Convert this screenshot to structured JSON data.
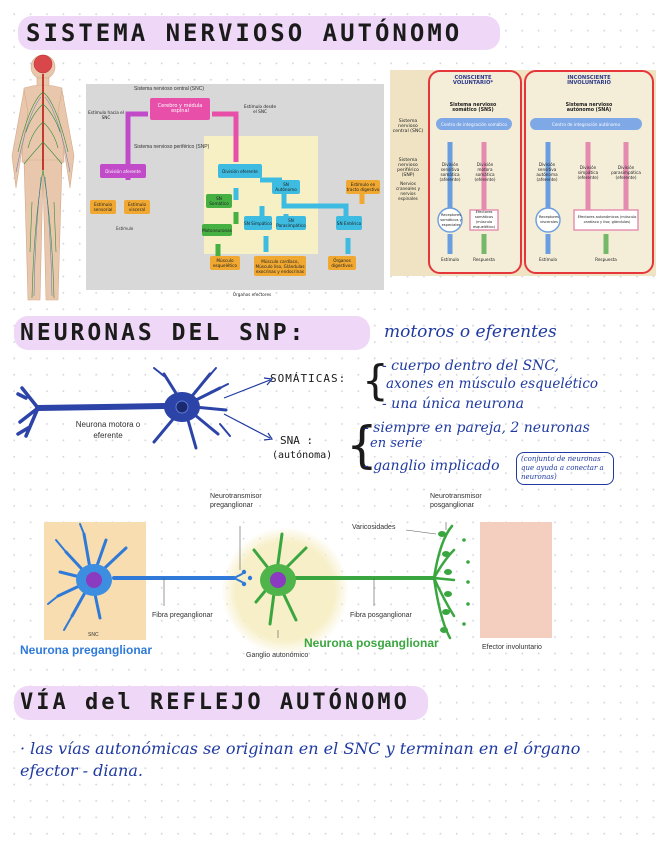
{
  "headings": {
    "h1": "SISTEMA NERVIOSO AUTÓNOMO",
    "h2": "NEURONAS DEL SNP:",
    "h2_note": "motoros o eferentes",
    "h3": "VÍA del REFLEJO AUTÓNOMO"
  },
  "flowchart": {
    "snc": "Sistema nervioso central (SNC)",
    "cerebro": "Cerebro y médula espinal",
    "estimulo_snc": "Estímulo hacia el SNC",
    "estimulo_desde": "Estímulo desde el SNC",
    "snp": "Sistema nervioso periférico (SNP)",
    "aferente": "División aferente",
    "eferente": "División eferente",
    "estim_sens": "Estímulo sensorial",
    "estim_visc": "Estímulo visceral",
    "sn_som": "SN Somático",
    "sn_aut": "SN Autónomo",
    "sn_simp": "SN Simpático",
    "sn_para": "SN Parasimpático",
    "sn_ent": "SN Entérico",
    "estim_tracto": "Estímulo en tracto digestivo",
    "motoneuronas": "Motoneuronas",
    "musc_esq": "Músculo esquelético",
    "musc_card": "Músculo cardíaco, Músculo liso, Glándulas exocrinas y endocrinas",
    "organos_dig": "Órganos digestivos",
    "organos_efect": "Órganos efectores"
  },
  "comparison": {
    "left_title": "CONSCIENTE VOLUNTARIO*",
    "right_title": "INCONSCIENTE INVOLUNTARIO",
    "sns": "Sistema nervioso somático (SNS)",
    "sna": "Sistema nervioso autónomo (SNA)",
    "centro_som": "Centro de integración somático",
    "centro_aut": "Centro de integración autónomo",
    "snc_label": "Sistema nervioso central (SNC)",
    "snp_label": "Sistema nervioso periférico (SNP)",
    "nervios": "Nervios craneales y nervios espinales",
    "div_sens_som": "División sensitiva somática (aferente)",
    "div_mot_som": "División motora somática (eferente)",
    "div_sens_aut": "División sensitiva autónoma (aferente)",
    "div_simp": "División simpática (eferente)",
    "div_para": "División parasimpática (eferente)",
    "recep_som": "Receptores somáticos y especiales",
    "efectores_som": "Efectores somáticos (músculo esquelético)",
    "recep_visc": "Receptores viscerales",
    "efectores_aut": "Efectores autonómicos (músculo cardíaco y liso; glándulas)",
    "estimulo": "Estímulo",
    "respuesta": "Respuesta"
  },
  "neuron": {
    "caption": "Neurona motora o eferente",
    "somaticas": "SOMÁTICAS:",
    "som_line1": "- cuerpo dentro del SNC,",
    "som_line2": "axones en músculo esquelético",
    "som_line3": "- una única neurona",
    "sna": "SNA :",
    "sna_sub": "(autónoma)",
    "sna_line1": "- siempre en pareja, 2 neuronas",
    "sna_line2": "en serie",
    "sna_line3": "- ganglio implicado",
    "sna_note": "(conjunto de neuronas que ayuda a conectar a neuronas)"
  },
  "ganglion": {
    "nt_pre": "Neurotransmisor preganglionar",
    "nt_pos": "Neurotransmisor posganglionar",
    "varicosidades": "Varicosidades",
    "fibra_pre": "Fibra preganglionar",
    "fibra_pos": "Fibra posganglionar",
    "snc": "SNC",
    "neurona_pre": "Neurona preganglionar",
    "neurona_pos": "Neurona posganglionar",
    "ganglio": "Ganglio autonómico",
    "efector": "Efector involuntario"
  },
  "reflex_text": "· las vías autonómicas se originan en el SNC y terminan en el órgano efector - diana.",
  "colors": {
    "highlight": "#efd8f7",
    "ink_blue": "#1f3aa0",
    "pre_blue": "#2f7ad8",
    "pos_green": "#3aa640",
    "red_frame": "#e4363b"
  }
}
